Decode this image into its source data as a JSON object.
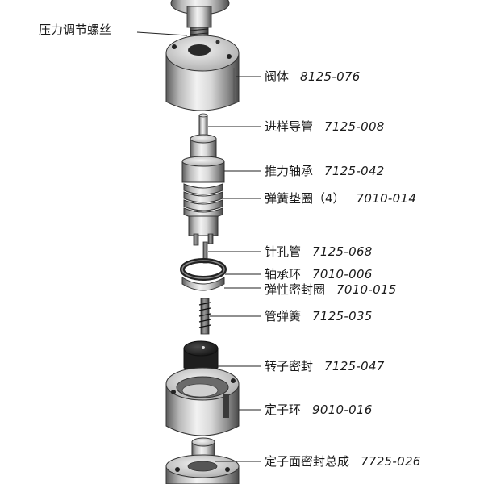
{
  "adjust_screw": {
    "name": "压力调节螺丝"
  },
  "parts": [
    {
      "name": "阀体",
      "part_no": "8125-076"
    },
    {
      "name": "进样导管",
      "part_no": "7125-008"
    },
    {
      "name": "推力轴承",
      "part_no": "7125-042"
    },
    {
      "name": "弹簧垫圈（4）",
      "part_no": "7010-014"
    },
    {
      "name": "针孔管",
      "part_no": "7125-068"
    },
    {
      "name": "轴承环",
      "part_no": "7010-006"
    },
    {
      "name": "弹性密封圈",
      "part_no": "7010-015"
    },
    {
      "name": "管弹簧",
      "part_no": "7125-035"
    },
    {
      "name": "转子密封",
      "part_no": "7125-047"
    },
    {
      "name": "定子环",
      "part_no": "9010-016"
    },
    {
      "name": "定子面密封总成",
      "part_no": "7725-026"
    }
  ]
}
